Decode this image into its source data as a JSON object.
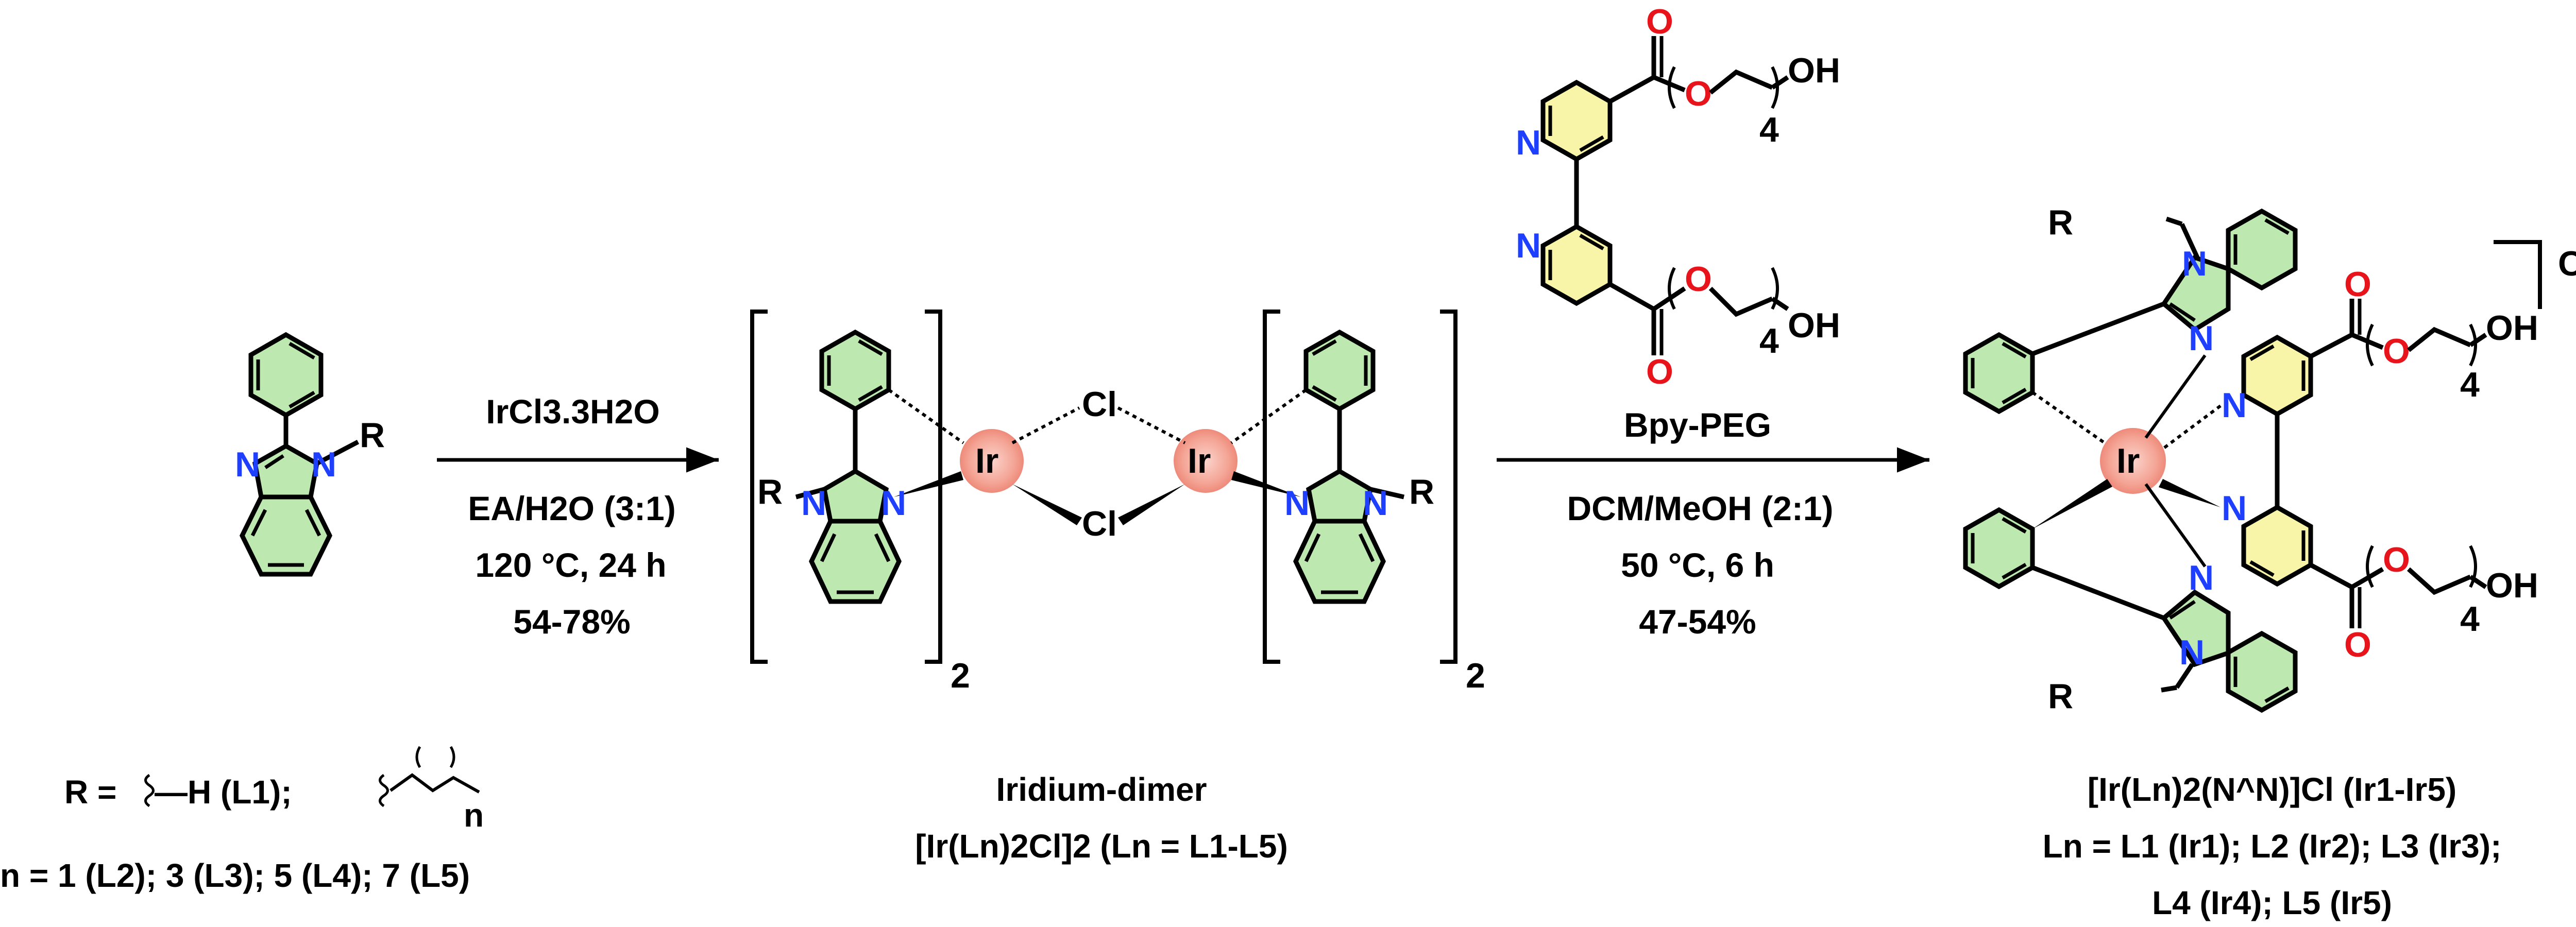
{
  "colors": {
    "bond": "#000000",
    "nitrogen": "#1f3fff",
    "oxygen": "#e8141c",
    "benzene_fill": "#bde8b0",
    "pyridine_fill": "#f8f4a8",
    "ir_glow": "#f08878"
  },
  "atoms": {
    "N": "N",
    "O": "O",
    "R": "R",
    "Cl": "Cl",
    "Ir": "Ir",
    "OH": "OH",
    "n": "n",
    "four": "4",
    "two": "2",
    "minus": "⊖"
  },
  "step1": {
    "reagent": "IrCl3.3H2O",
    "solvent": "EA/H2O (3:1)",
    "temp": "120 °C, 24 h",
    "yield": "54-78%"
  },
  "step2": {
    "reagent": "Bpy-PEG",
    "solvent": "DCM/MeOH (2:1)",
    "temp": "50 °C, 6 h",
    "yield": "47-54%"
  },
  "captions": {
    "ligand_r_prefix": "R =",
    "ligand_r_h": "—H (L1);",
    "ligand_n_values": "n = 1 (L2); 3 (L3); 5 (L4); 7 (L5)",
    "dimer_name": "Iridium-dimer",
    "dimer_formula": "[Ir(Ln)2Cl]2 (Ln = L1-L5)",
    "product_formula": "[Ir(Ln)2(N^N)]Cl (Ir1-Ir5)",
    "product_line2": "Ln = L1 (Ir1); L2 (Ir2); L3 (Ir3);",
    "product_line3": "L4 (Ir4); L5 (Ir5)"
  }
}
